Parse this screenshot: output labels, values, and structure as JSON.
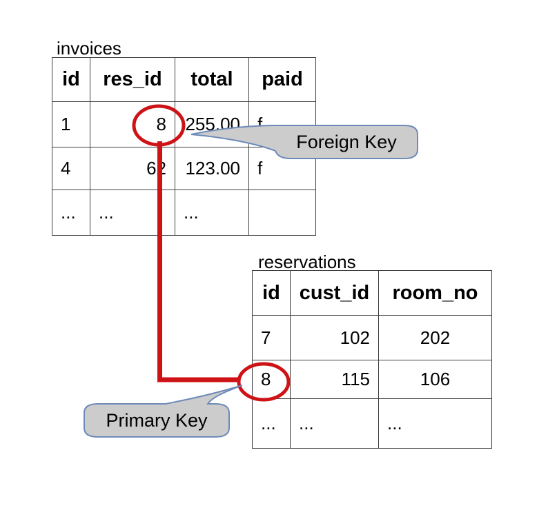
{
  "colors": {
    "red_accent": "#ce1317",
    "callout_fill": "#cccccc",
    "callout_border": "#6d8ab8",
    "table_border": "#3c3c3c",
    "background": "#ffffff",
    "text": "#000000"
  },
  "invoices_table": {
    "title": "invoices",
    "headers": [
      "id",
      "res_id",
      "total",
      "paid"
    ],
    "rows": [
      [
        "1",
        "8",
        "255.00",
        "f"
      ],
      [
        "4",
        "62",
        "123.00",
        "f"
      ],
      [
        "...",
        "...",
        "...",
        ""
      ]
    ]
  },
  "reservations_table": {
    "title": "reservations",
    "headers": [
      "id",
      "cust_id",
      "room_no"
    ],
    "rows": [
      [
        "7",
        "102",
        "202"
      ],
      [
        "8",
        "115",
        "106"
      ],
      [
        "...",
        "...",
        "..."
      ]
    ]
  },
  "annotations": {
    "foreign_key_label": "Foreign Key",
    "primary_key_label": "Primary Key",
    "circled_foreign_value": "8",
    "circled_primary_value": "8"
  }
}
